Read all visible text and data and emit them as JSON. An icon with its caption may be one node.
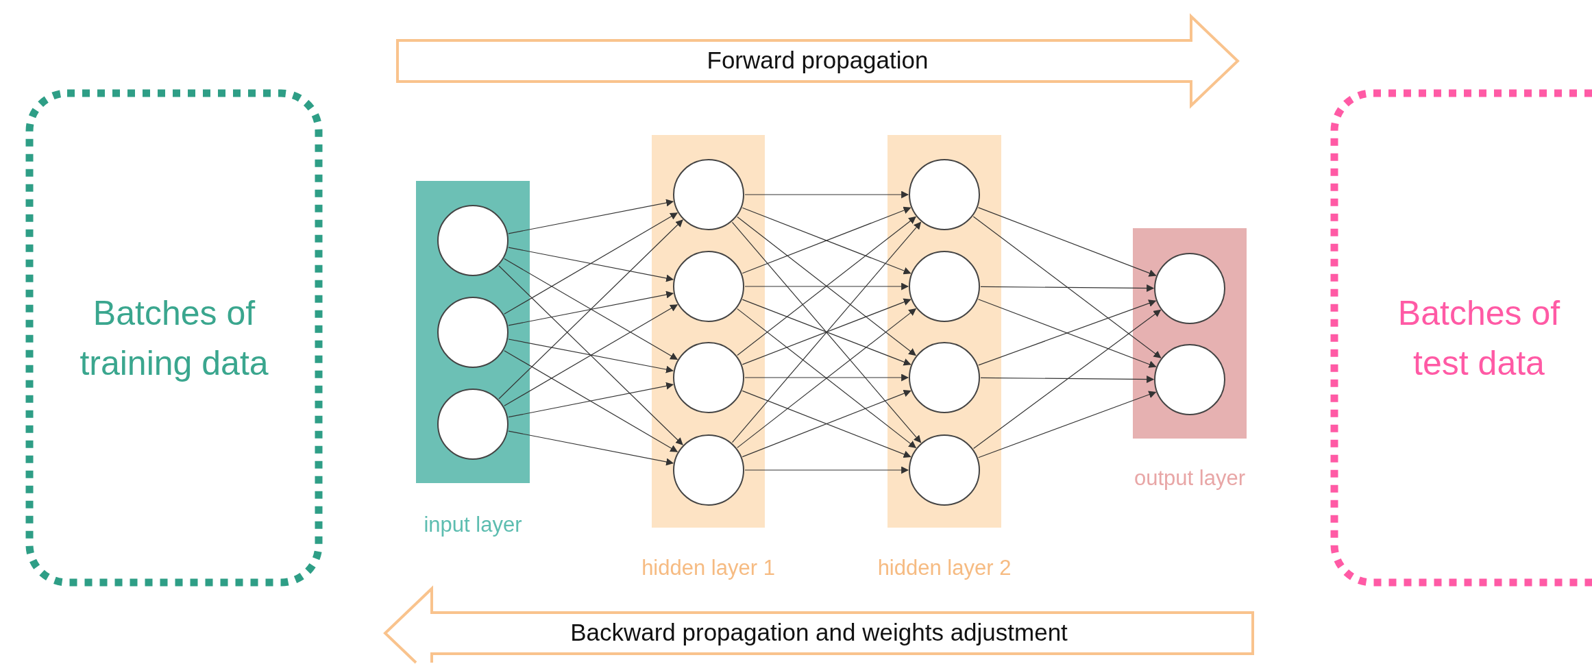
{
  "diagram": {
    "nodes": [
      {
        "text": [
          "Batches of training data"
        ]
      },
      {
        "text": [
          "Forward propagation"
        ]
      },
      {
        "text": [
          "input layer"
        ]
      },
      {
        "text": [],
        "shape": "circle",
        "in": 2
      },
      {
        "text": [],
        "shape": "circle",
        "in": 2
      },
      {
        "text": [],
        "shape": "circle",
        "in": 2
      },
      {
        "text": [
          "hidden layer 1"
        ]
      },
      {
        "text": [],
        "shape": "circle",
        "in": 6
      },
      {
        "text": [],
        "shape": "circle",
        "in": 6
      },
      {
        "text": [],
        "shape": "circle",
        "in": 6
      },
      {
        "text": [],
        "shape": "circle",
        "in": 6
      },
      {
        "text": [
          "hidden layer 2"
        ]
      },
      {
        "text": [],
        "shape": "circle",
        "in": 11
      },
      {
        "text": [],
        "shape": "circle",
        "in": 11
      },
      {
        "text": [],
        "shape": "circle",
        "in": 11
      },
      {
        "text": [],
        "shape": "circle",
        "in": 11
      },
      {
        "text": [
          "output layer"
        ]
      },
      {
        "text": [],
        "shape": "circle",
        "in": 16
      },
      {
        "text": [],
        "shape": "circle",
        "in": 16
      },
      {
        "text": [
          "Batches of test data"
        ]
      },
      {
        "text": [
          "Backward propagation and weights adjustment"
        ]
      }
    ],
    "edges": [
      {
        "from": 3,
        "to": 7,
        "arrow": "to"
      },
      {
        "from": 3,
        "to": 8,
        "arrow": "to"
      },
      {
        "from": 3,
        "to": 9,
        "arrow": "to"
      },
      {
        "from": 3,
        "to": 10,
        "arrow": "to"
      },
      {
        "from": 4,
        "to": 7,
        "arrow": "to"
      },
      {
        "from": 4,
        "to": 8,
        "arrow": "to"
      },
      {
        "from": 4,
        "to": 9,
        "arrow": "to"
      },
      {
        "from": 4,
        "to": 10,
        "arrow": "to"
      },
      {
        "from": 5,
        "to": 7,
        "arrow": "to"
      },
      {
        "from": 5,
        "to": 8,
        "arrow": "to"
      },
      {
        "from": 5,
        "to": 9,
        "arrow": "to"
      },
      {
        "from": 5,
        "to": 10,
        "arrow": "to"
      },
      {
        "from": 7,
        "to": 12,
        "arrow": "to"
      },
      {
        "from": 7,
        "to": 13,
        "arrow": "to"
      },
      {
        "from": 7,
        "to": 14,
        "arrow": "to"
      },
      {
        "from": 7,
        "to": 15,
        "arrow": "to"
      },
      {
        "from": 8,
        "to": 12,
        "arrow": "to"
      },
      {
        "from": 8,
        "to": 13,
        "arrow": "to"
      },
      {
        "from": 8,
        "to": 14,
        "arrow": "to"
      },
      {
        "from": 8,
        "to": 15,
        "arrow": "to"
      },
      {
        "from": 9,
        "to": 12,
        "arrow": "to"
      },
      {
        "from": 9,
        "to": 13,
        "arrow": "to"
      },
      {
        "from": 9,
        "to": 14,
        "arrow": "to"
      },
      {
        "from": 9,
        "to": 15,
        "arrow": "to"
      },
      {
        "from": 10,
        "to": 12,
        "arrow": "to"
      },
      {
        "from": 10,
        "to": 13,
        "arrow": "to"
      },
      {
        "from": 10,
        "to": 14,
        "arrow": "to"
      },
      {
        "from": 10,
        "to": 15,
        "arrow": "to"
      },
      {
        "from": 12,
        "to": 17,
        "arrow": "to"
      },
      {
        "from": 12,
        "to": 18,
        "arrow": "to"
      },
      {
        "from": 13,
        "to": 17,
        "arrow": "to"
      },
      {
        "from": 13,
        "to": 18,
        "arrow": "to"
      },
      {
        "from": 14,
        "to": 17,
        "arrow": "to"
      },
      {
        "from": 14,
        "to": 18,
        "arrow": "to"
      },
      {
        "from": 15,
        "to": 17,
        "arrow": "to"
      },
      {
        "from": 15,
        "to": 18,
        "arrow": "to"
      }
    ]
  }
}
